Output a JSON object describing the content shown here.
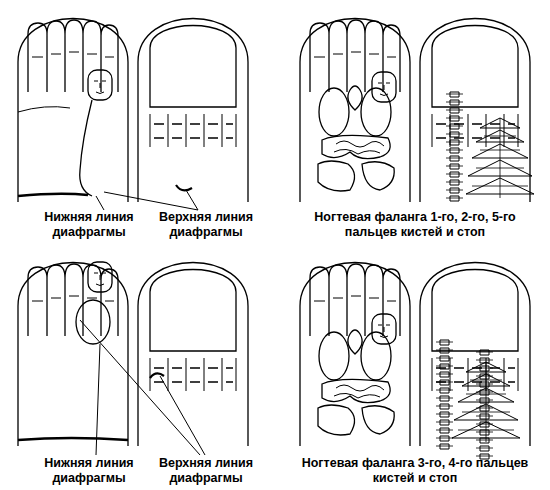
{
  "diagram": {
    "labels": [
      "Нижняя линия диафрагмы",
      "Верхняя линия диафрагмы",
      "Ногтевая фаланга 1-го, 2-го, 5-го пальцев кистей и стоп",
      "Нижняя линия диафрагмы",
      "Верхняя линия диафрагмы",
      "Ногтевая фаланга 3-го, 4-го пальцев кистей и стоп"
    ]
  }
}
